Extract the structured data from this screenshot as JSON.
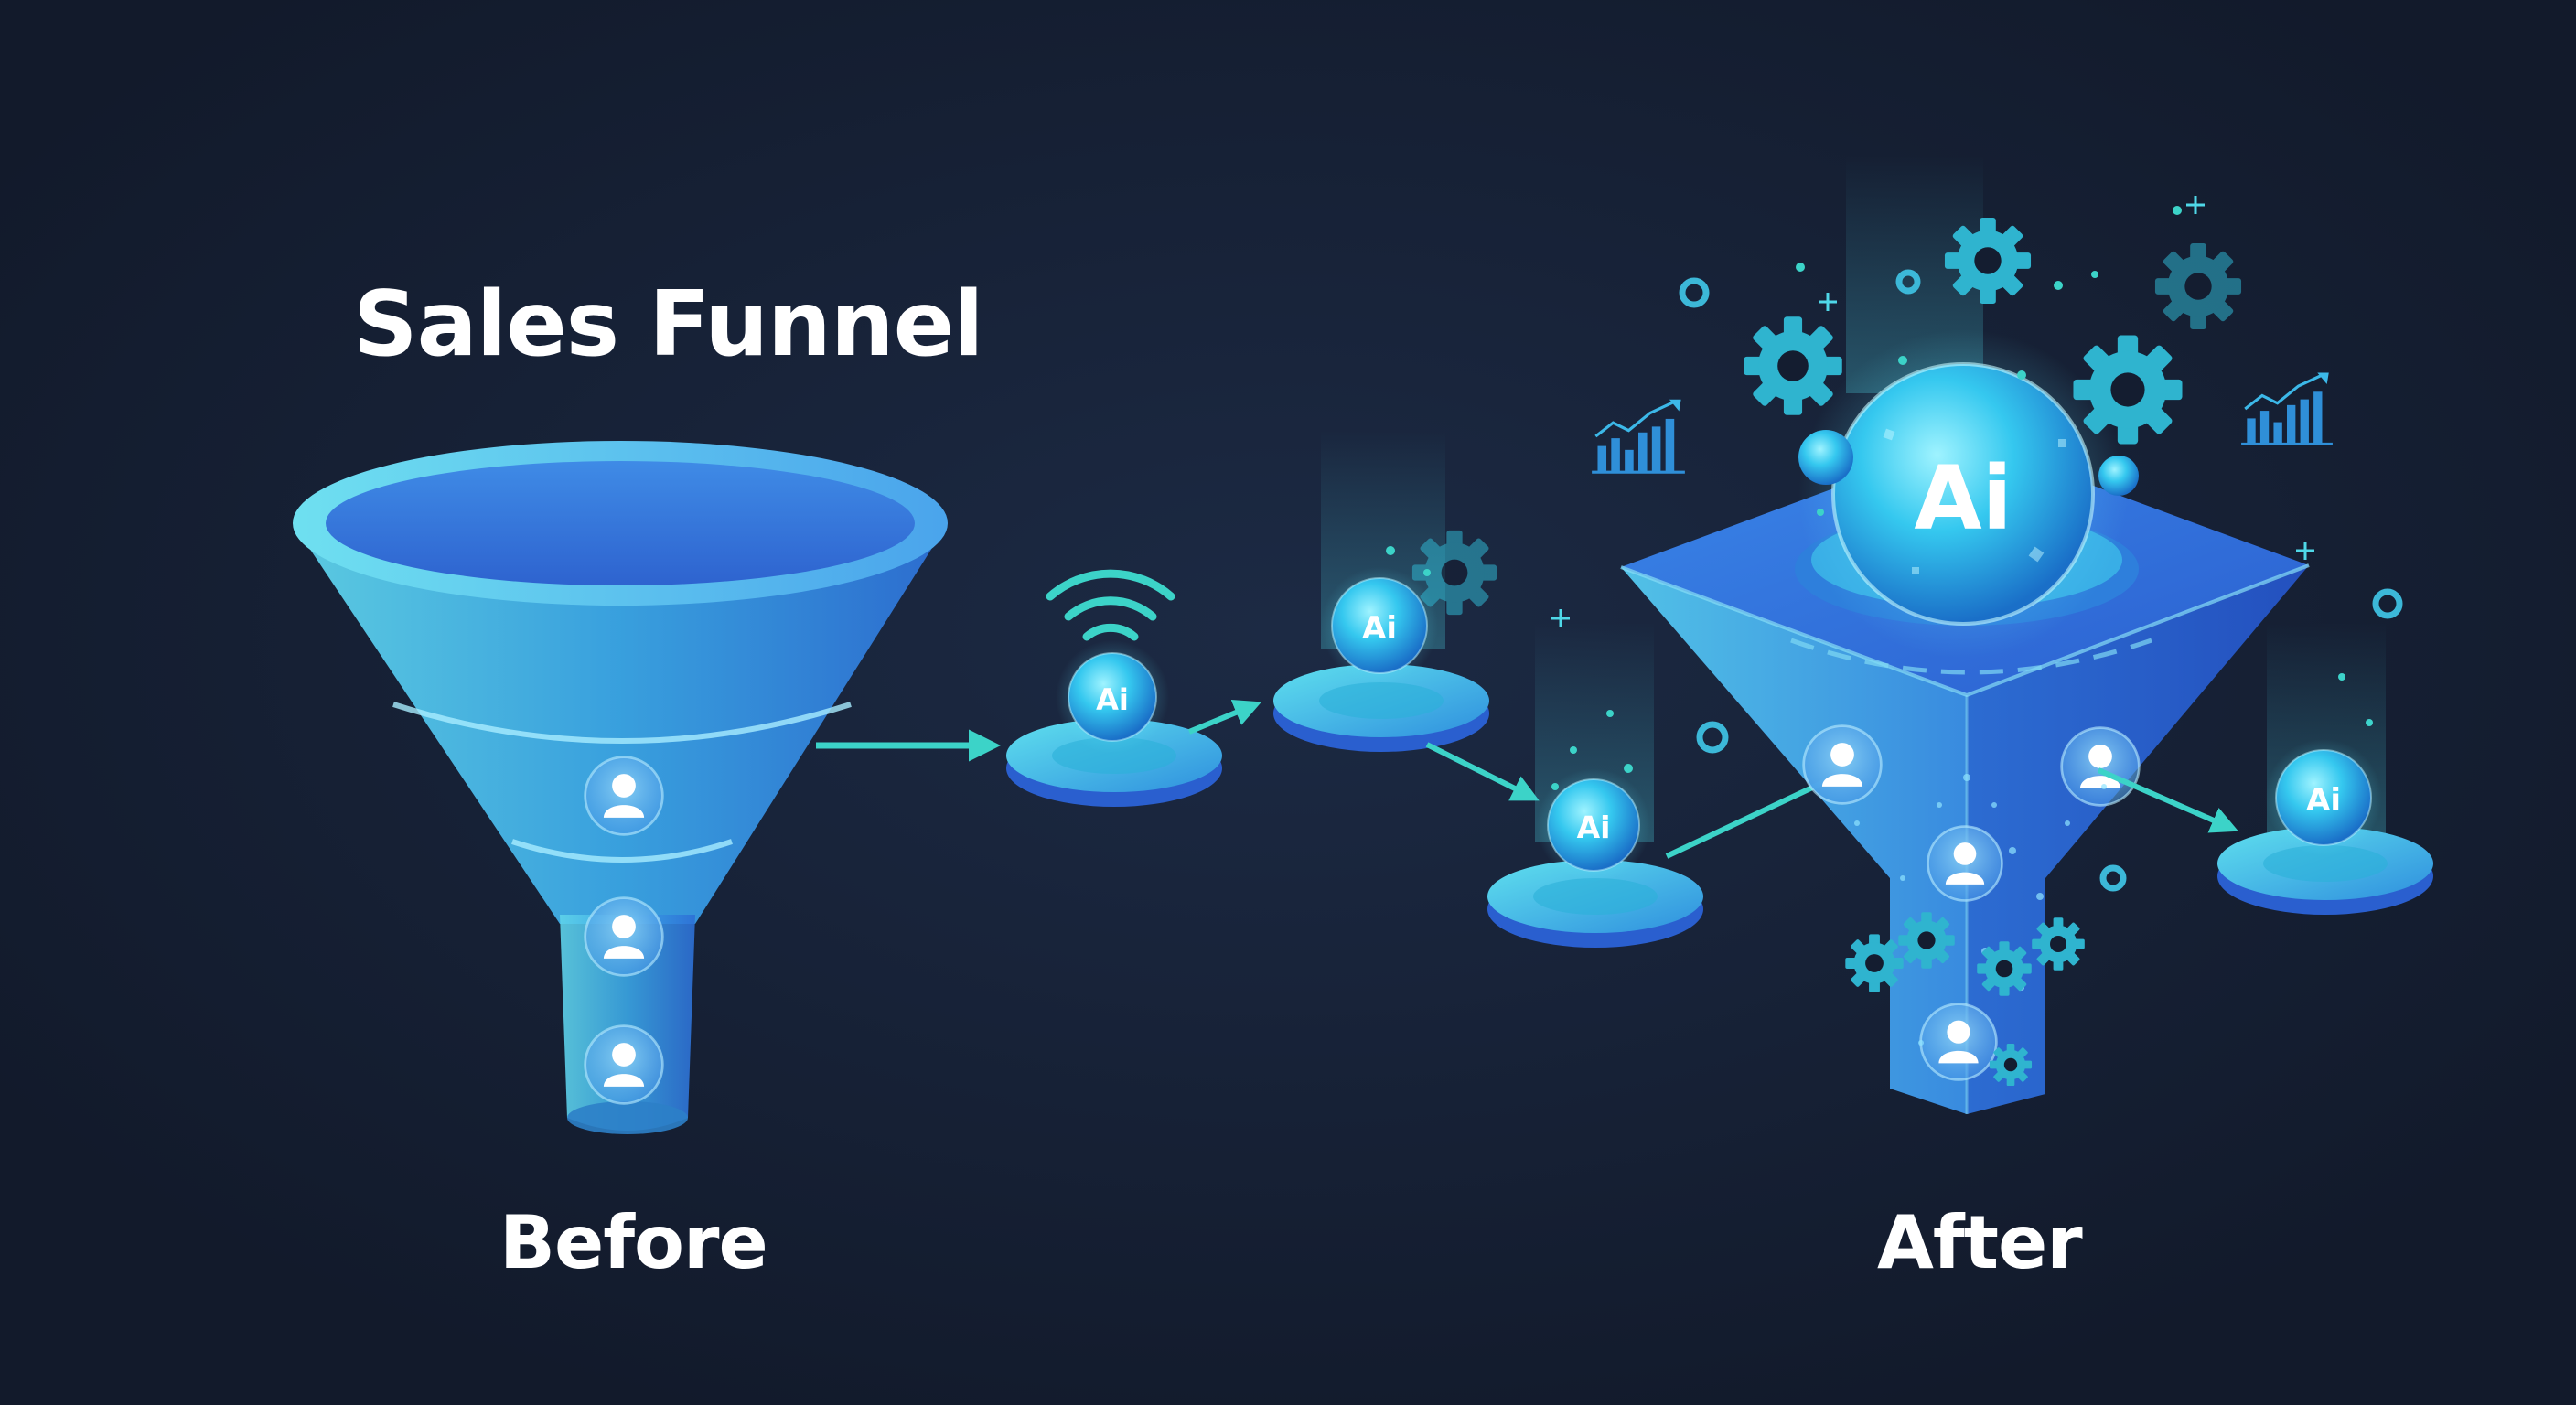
{
  "title": "Sales Funnel",
  "before_label": "Before",
  "after_label": "After",
  "ai_badge_text": "Ai",
  "colors": {
    "background": "#141d30",
    "funnel_blue": "#3f8fe6",
    "cyan": "#4fd8e8",
    "teal_arrow": "#3cd3c8",
    "gear": "#2fb4cf",
    "text": "#ffffff"
  },
  "icons": [
    "user-icon",
    "gear-icon",
    "wifi-icon",
    "growth-chart-icon",
    "arrow-icon"
  ]
}
